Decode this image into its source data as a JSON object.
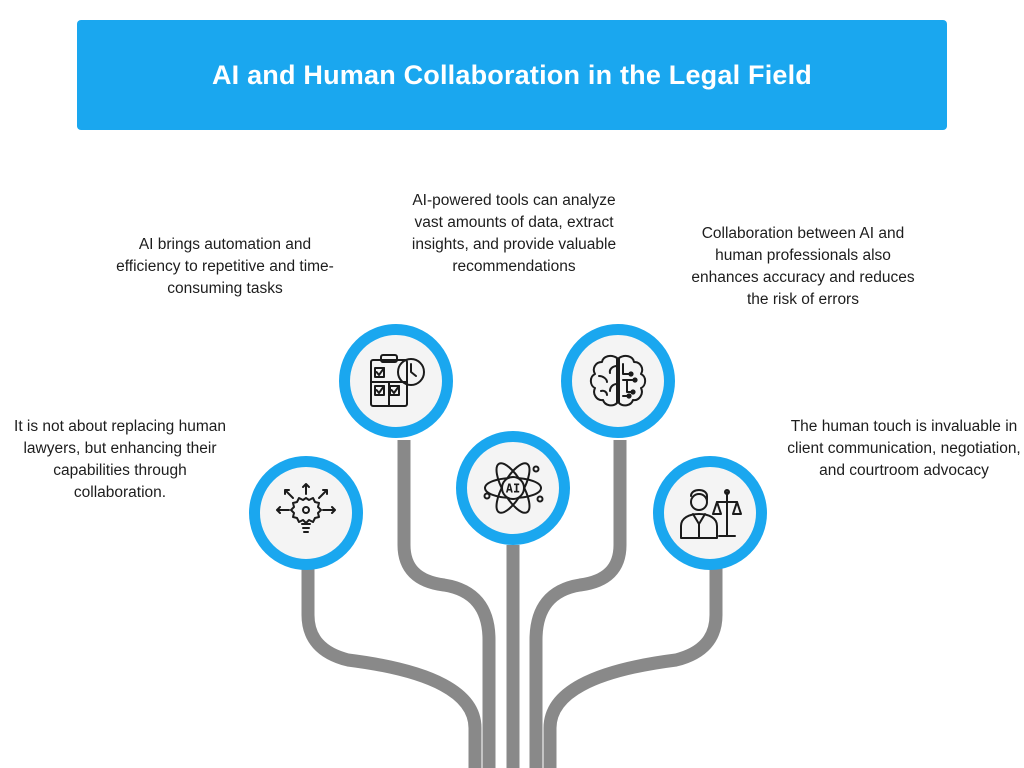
{
  "title": "AI and Human Collaboration in the Legal Field",
  "colors": {
    "banner": "#1aa7ef",
    "ring": "#1aa7ef",
    "stem": "#898989",
    "icon_fill": "#f4f4f4"
  },
  "nodes": [
    {
      "icon": "lightbulb-gear-icon",
      "text": "It is not about replacing human lawyers, but enhancing their capabilities through collaboration."
    },
    {
      "icon": "checklist-clock-icon",
      "text": "AI brings automation and efficiency to repetitive and time-consuming tasks"
    },
    {
      "icon": "ai-atom-icon",
      "text": "AI-powered tools can analyze vast amounts of data, extract insights, and provide valuable recommendations"
    },
    {
      "icon": "brain-circuit-icon",
      "text": "Collaboration between AI and human professionals also enhances accuracy and reduces the risk of errors"
    },
    {
      "icon": "lawyer-scales-icon",
      "text": "The human touch is invaluable in client communication, negotiation, and courtroom advocacy"
    }
  ]
}
